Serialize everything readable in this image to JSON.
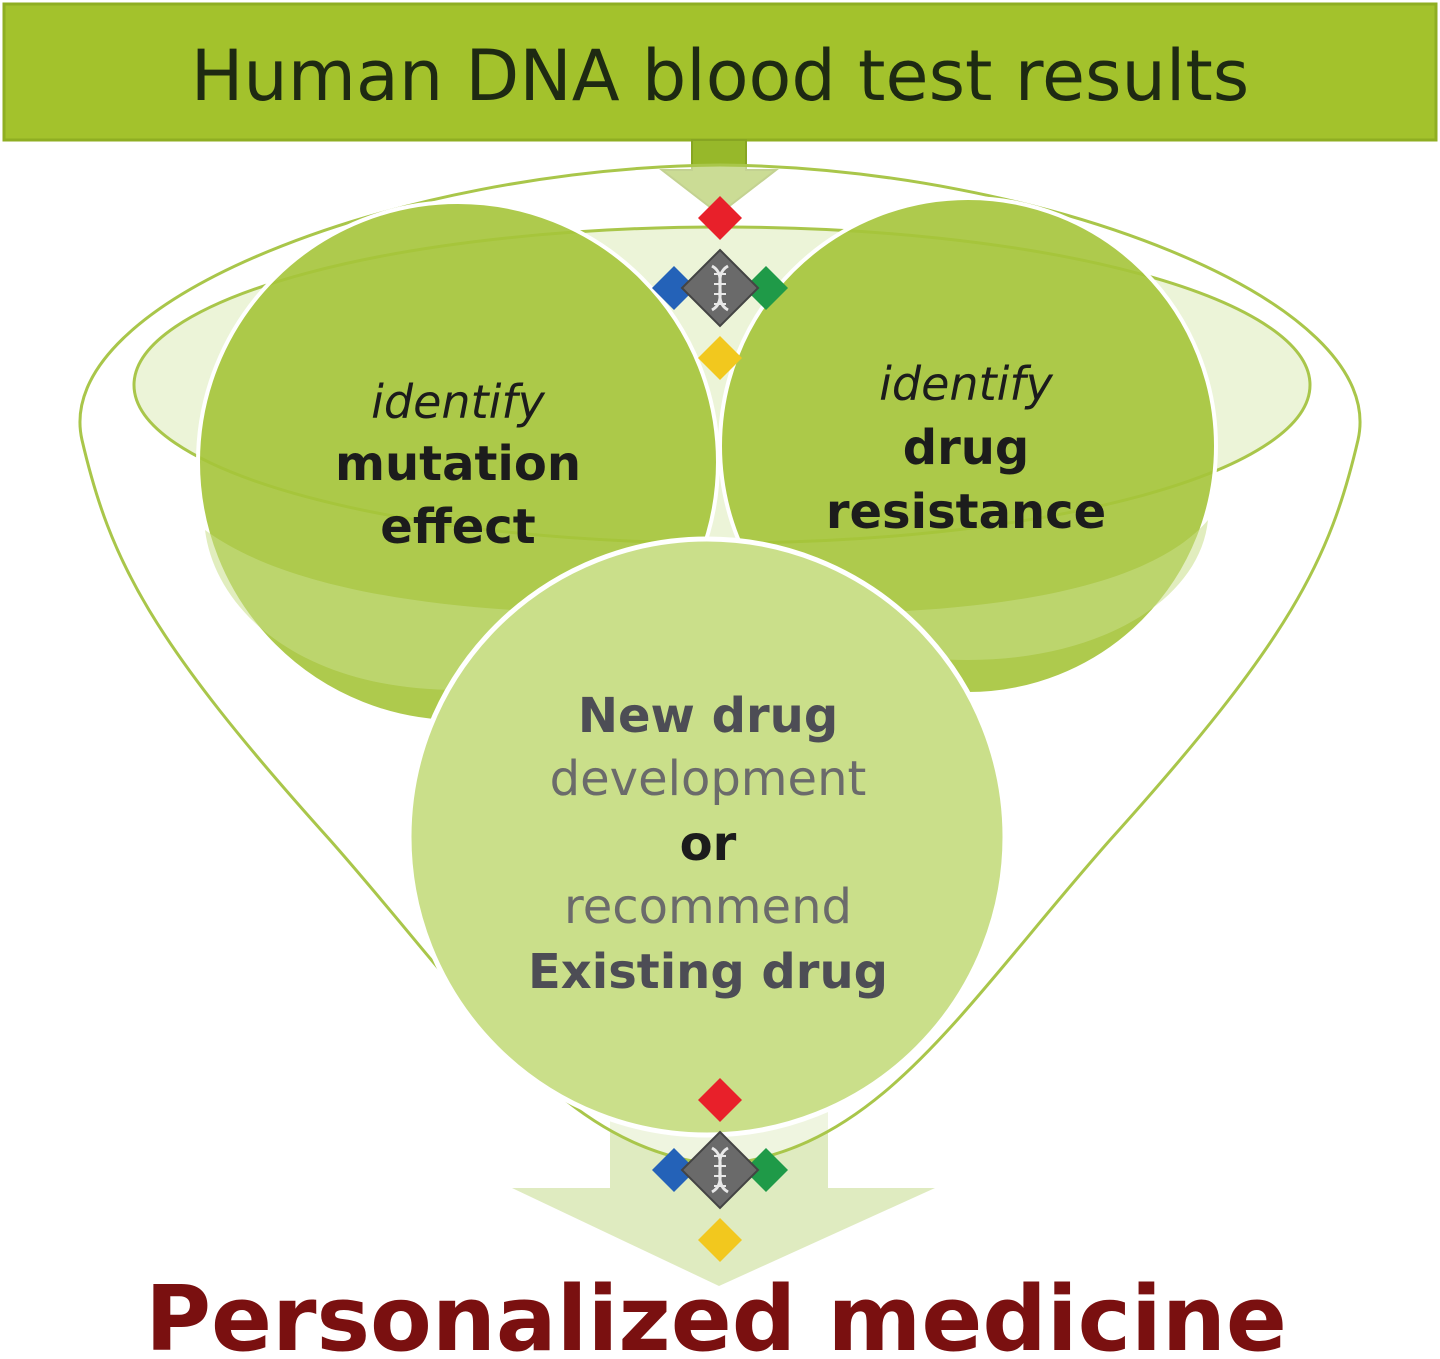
{
  "header": {
    "title": "Human DNA blood test results"
  },
  "circles": {
    "mutation": {
      "line1": "identify",
      "line2": "mutation",
      "line3": "effect"
    },
    "resistance": {
      "line1": "identify",
      "line2": "drug",
      "line3": "resistance"
    },
    "development": {
      "line1": "New drug",
      "line2": "development",
      "line3": "or",
      "line4": "recommend",
      "line5": "Existing drug"
    }
  },
  "footer": {
    "title": "Personalized medicine"
  },
  "colors": {
    "banner": "#a3c22c",
    "circle": "#a5c43a",
    "circle_light": "#cadf8a",
    "funnel_outline": "#a9c64a",
    "output_text": "#7a1010",
    "icon_red": "#e8202a",
    "icon_green": "#1f9a48",
    "icon_blue": "#2462b8",
    "icon_yellow": "#f2c81e"
  },
  "icons": [
    "dna-diamond-icon",
    "dna-diamond-icon"
  ]
}
